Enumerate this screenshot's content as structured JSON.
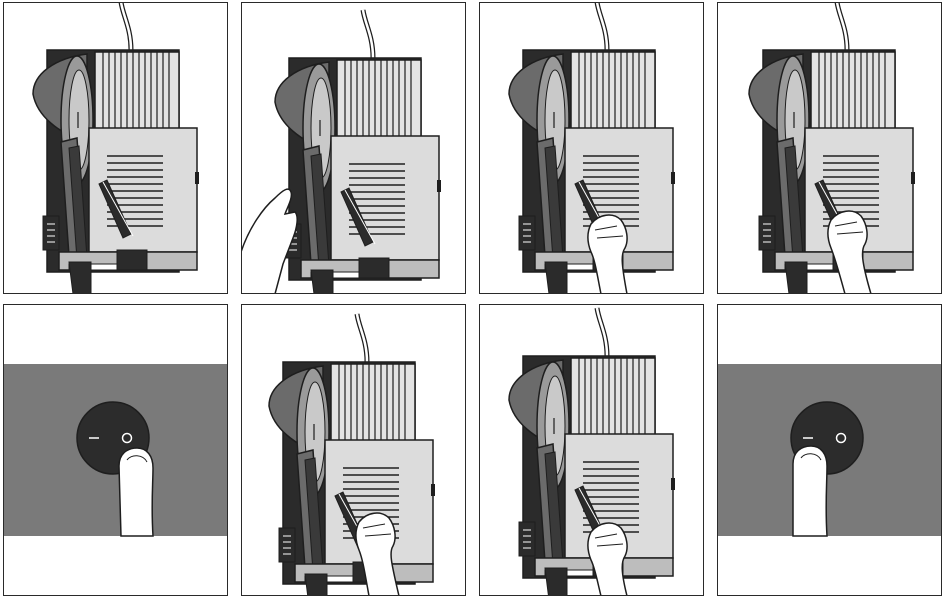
{
  "figure": {
    "panel_count": 8,
    "panels": [
      {
        "step": 1,
        "subject": "slicer-idle"
      },
      {
        "step": 2,
        "subject": "slicer-hand-left"
      },
      {
        "step": 3,
        "subject": "slicer-hand-carriage"
      },
      {
        "step": 4,
        "subject": "slicer-hand-carriage-pushed"
      },
      {
        "step": 5,
        "subject": "power-switch-finger"
      },
      {
        "step": 6,
        "subject": "slicer-hand-carriage"
      },
      {
        "step": 7,
        "subject": "slicer-hand-carriage"
      },
      {
        "step": 8,
        "subject": "power-switch-finger"
      }
    ],
    "switch_symbols": {
      "off": "–",
      "on": "O"
    },
    "colors": {
      "outline": "#1e1e1e",
      "housing_dark": "#2b2b2b",
      "housing_mid": "#6b6b6b",
      "blade": "#9a9a9a",
      "blade_light": "#c9c9c9",
      "cover": "#dcdcdc",
      "backdrop_gray": "#7a7a7a",
      "switch_black": "#2c2c2c",
      "hand_fill": "#ffffff"
    }
  }
}
